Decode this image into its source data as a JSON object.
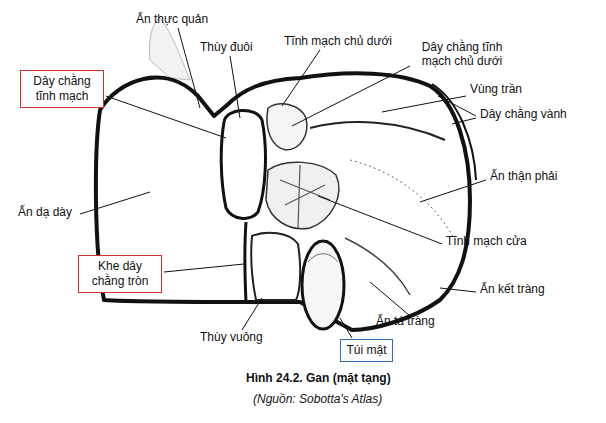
{
  "diagram": {
    "caption": "Hình 24.2. Gan (mặt tạng)",
    "nodes": [
      {
        "text": [
          "Dây chằng tĩnh mạch"
        ]
      },
      {
        "text": [
          "Khe dây chằng tròn"
        ]
      },
      {
        "text": [
          "Túi mật"
        ]
      }
    ],
    "labels": [
      "Ấn thực quản",
      "Thùy đuôi",
      "Tĩnh mạch chủ dưới",
      "Dây chằng tĩnh mạch chủ dưới",
      "Vùng trần",
      "Dây chằng vành",
      "Ấn thận phải",
      "Ấn dạ dày",
      "Tĩnh mạch cửa",
      "Ấn kết tràng",
      "Ấn tá tràng",
      "Thùy vuông",
      "(Nguồn: Sobotta's Atlas)"
    ]
  }
}
